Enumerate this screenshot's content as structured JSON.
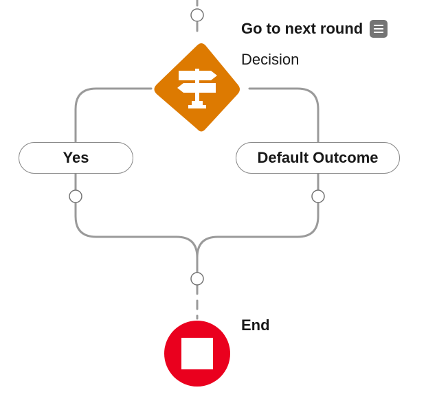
{
  "decision": {
    "title": "Go to next round",
    "type_label": "Decision",
    "icon": "signpost-icon",
    "color": "#dd7a01"
  },
  "outcomes": [
    {
      "label": "Yes"
    },
    {
      "label": "Default Outcome"
    }
  ],
  "end": {
    "label": "End",
    "icon": "stop-icon",
    "color": "#ea001e"
  },
  "connector_color": "#9a9a9a",
  "description_icon": "list-icon"
}
